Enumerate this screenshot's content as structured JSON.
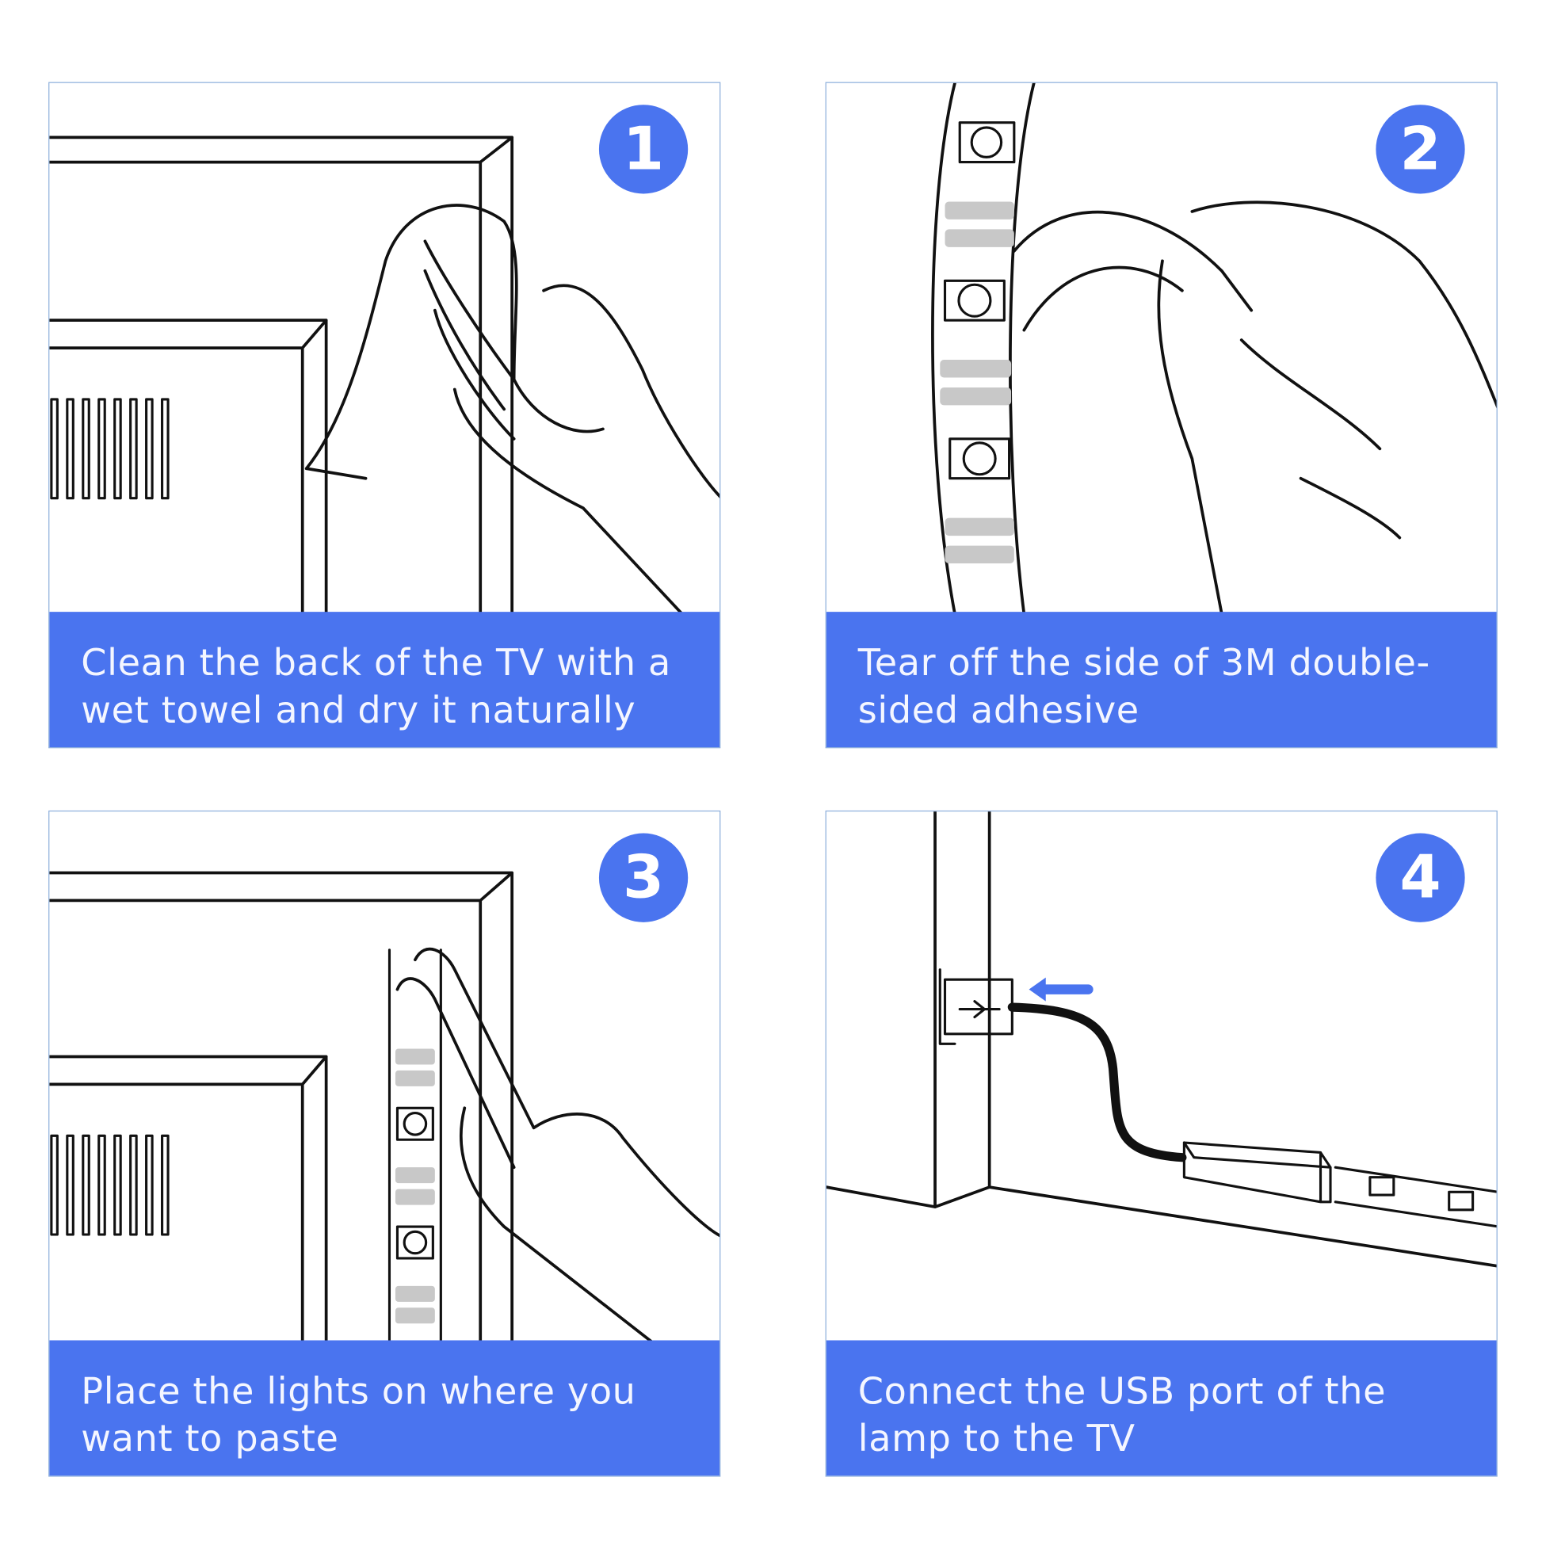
{
  "steps": [
    {
      "number": "1",
      "caption": "Clean the back of the TV with a wet towel and dry it naturally"
    },
    {
      "number": "2",
      "caption": "Tear off the side of 3M double-sided adhesive"
    },
    {
      "number": "3",
      "caption": "Place the lights on where you want to paste"
    },
    {
      "number": "4",
      "caption": "Connect the USB port of the lamp to the TV"
    }
  ],
  "colors": {
    "accent": "#4a74ef",
    "border": "#8fb0dc"
  }
}
